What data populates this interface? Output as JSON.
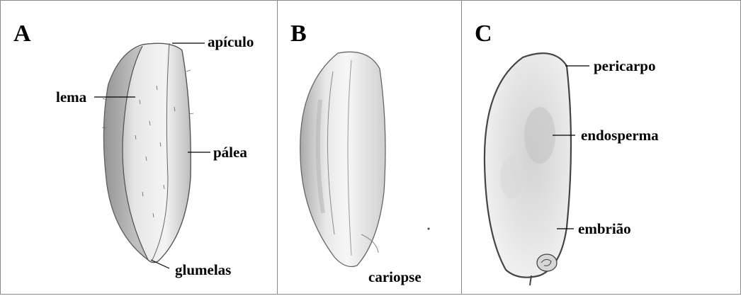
{
  "panels": [
    {
      "letter": "A",
      "labels": {
        "apiculo": "apículo",
        "lema": "lema",
        "palea": "pálea",
        "glumelas": "glumelas"
      }
    },
    {
      "letter": "B",
      "labels": {
        "cariopse": "cariopse"
      }
    },
    {
      "letter": "C",
      "labels": {
        "pericarpo": "pericarpo",
        "endosperma": "endosperma",
        "embriao": "embrião"
      }
    }
  ],
  "colors": {
    "border": "#8a8a8a",
    "ink": "#000000",
    "shade": "#b9b9b9"
  }
}
